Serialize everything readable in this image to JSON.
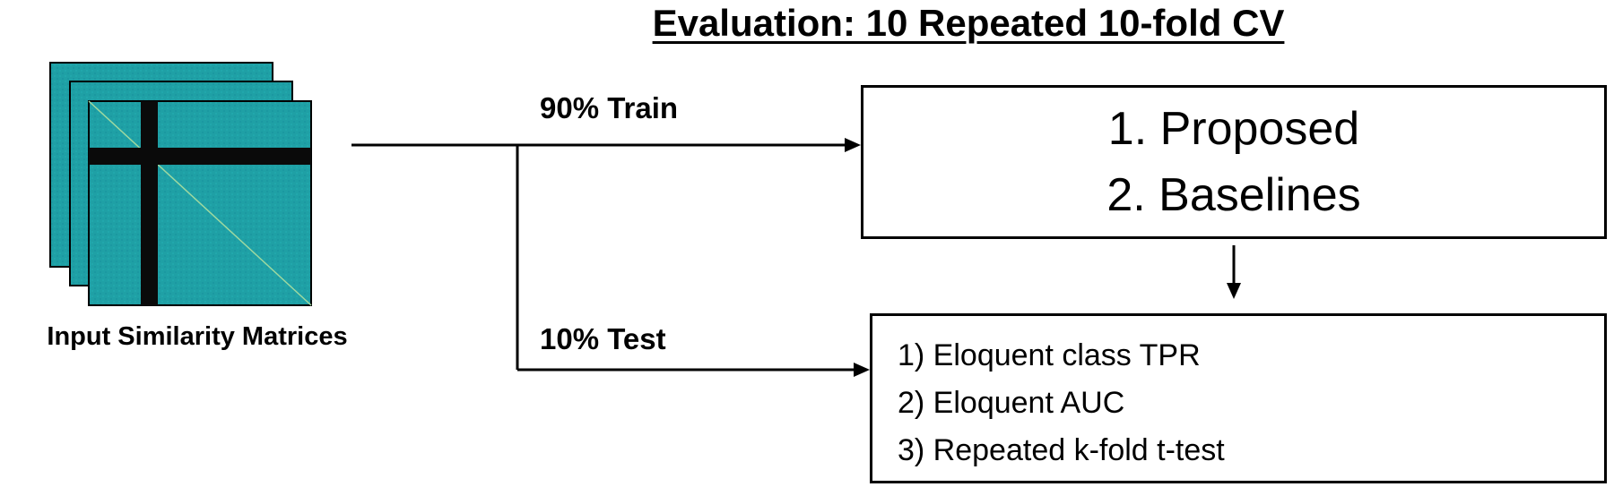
{
  "title": "Evaluation: 10 Repeated 10-fold CV",
  "input": {
    "caption": "Input Similarity Matrices",
    "matrix_color": "#1fa0a5",
    "band_color": "#0a0a0a"
  },
  "flow": {
    "train_label": "90% Train",
    "test_label": "10% Test"
  },
  "methods": [
    "1. Proposed",
    "2. Baselines"
  ],
  "metrics": [
    "1) Eloquent class TPR",
    "2) Eloquent AUC",
    "3) Repeated k-fold t-test"
  ]
}
